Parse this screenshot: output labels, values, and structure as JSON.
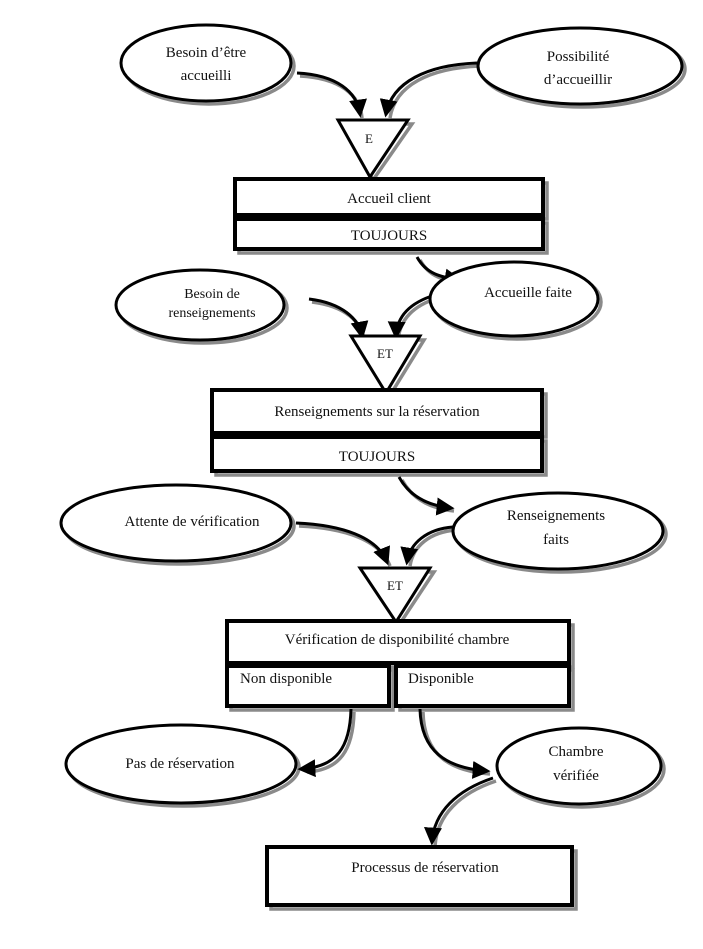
{
  "diagram": {
    "type": "process-flow (MERISE MCT)",
    "colors": {
      "stroke": "#000000",
      "shadow": "#8a8a8a",
      "fill": "#ffffff",
      "text": "#111111"
    },
    "events": {
      "besoin_accueil": [
        "Besoin d’être",
        "accueilli"
      ],
      "possibilite_accueil": [
        "Possibilité",
        "d’accueillir"
      ],
      "accueil_fait": [
        "Accueille faite"
      ],
      "besoin_renseignements": [
        "Besoin de",
        "renseignements"
      ],
      "attente_verification": [
        "Attente de vérification"
      ],
      "renseignements_faits": [
        "Renseignements",
        "faits"
      ],
      "pas_reservation": [
        "Pas de réservation"
      ],
      "chambre_verifiee": [
        "Chambre",
        "vérifiée"
      ]
    },
    "synchros": {
      "sync1": "E",
      "sync2": "ET",
      "sync3": "ET"
    },
    "operations": {
      "op1": {
        "title": "Accueil client",
        "rule": "TOUJOURS"
      },
      "op2": {
        "title": "Renseignements sur la réservation",
        "rule": "TOUJOURS"
      },
      "op3": {
        "title": "Vérification de disponibilité chambre",
        "rule_left": "Non disponible",
        "rule_right": "Disponible"
      },
      "op4": {
        "title": "Processus de réservation"
      }
    },
    "flows": [
      {
        "from": "besoin_accueil",
        "to": "sync1"
      },
      {
        "from": "possibilite_accueil",
        "to": "sync1"
      },
      {
        "from": "sync1",
        "to": "op1"
      },
      {
        "from": "op1",
        "to": "accueil_fait"
      },
      {
        "from": "besoin_renseignements",
        "to": "sync2"
      },
      {
        "from": "accueil_fait",
        "to": "sync2"
      },
      {
        "from": "sync2",
        "to": "op2"
      },
      {
        "from": "op2",
        "to": "renseignements_faits"
      },
      {
        "from": "attente_verification",
        "to": "sync3"
      },
      {
        "from": "renseignements_faits",
        "to": "sync3"
      },
      {
        "from": "sync3",
        "to": "op3"
      },
      {
        "from": "op3.non_disponible",
        "to": "pas_reservation"
      },
      {
        "from": "op3.disponible",
        "to": "chambre_verifiee"
      },
      {
        "from": "chambre_verifiee",
        "to": "op4"
      }
    ]
  }
}
